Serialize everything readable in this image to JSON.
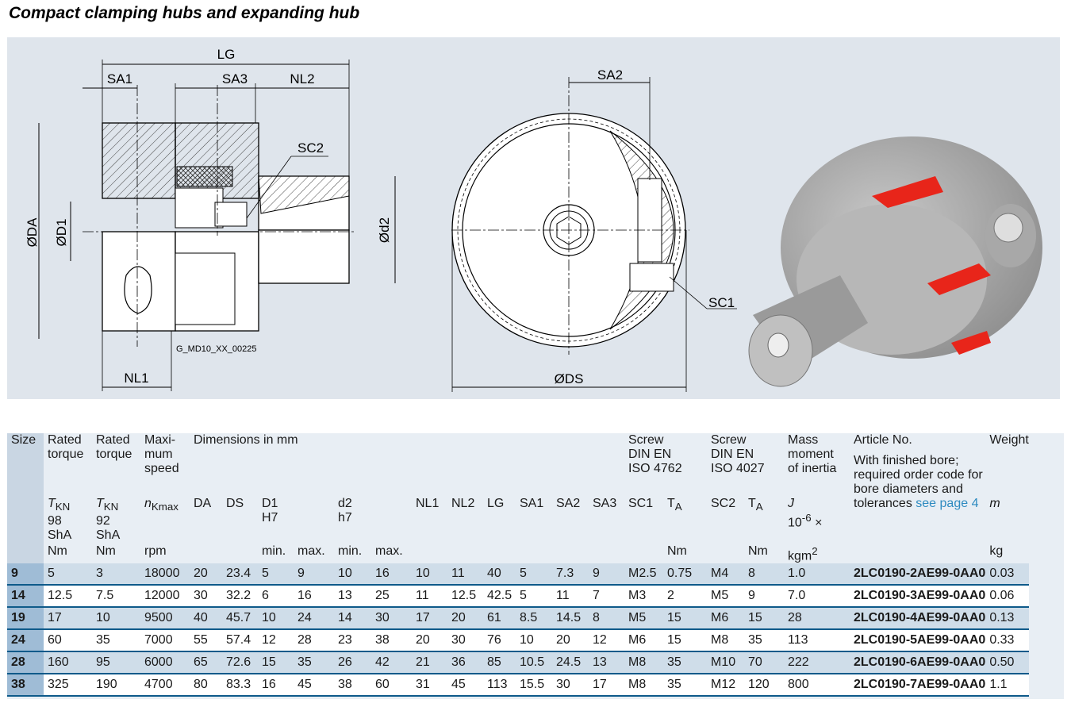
{
  "title": "Compact clamping hubs and expanding hub",
  "figure": {
    "drawing_id": "G_MD10_XX_00225",
    "labels": {
      "lg": "LG",
      "sa1": "SA1",
      "sa3": "SA3",
      "nl2": "NL2",
      "sc2": "SC2",
      "oda": "ØDA",
      "od1": "ØD1",
      "od2": "Ød2",
      "nl1": "NL1",
      "sa2": "SA2",
      "sc1": "SC1",
      "ods": "ØDS"
    },
    "accent_color": "#e8251a"
  },
  "table": {
    "header": {
      "size": "Size",
      "rated_torque_98": [
        "Rated",
        "torque"
      ],
      "rated_torque_92": [
        "Rated",
        "torque"
      ],
      "max_speed": [
        "Maxi-",
        "mum",
        "speed"
      ],
      "dimensions": "Dimensions in mm",
      "screw_iso4762": [
        "Screw",
        "DIN EN",
        "ISO 4762"
      ],
      "screw_iso4027": [
        "Screw",
        "DIN EN",
        "ISO 4027"
      ],
      "mass_moment": [
        "Mass",
        "moment",
        "of inertia"
      ],
      "article_no": "Article No.",
      "article_note": [
        "With finished bore;",
        "required order code for",
        "bore diameters and",
        "tolerances"
      ],
      "see_page": "see page 4",
      "weight": "Weight",
      "sym_tkn": "T",
      "sym_tkn_sub": "KN",
      "sym_n": "n",
      "sym_n_sub": "Kmax",
      "sha98": [
        "98",
        "ShA"
      ],
      "sha92": [
        "92",
        "ShA"
      ],
      "sym_ta": "T",
      "sym_ta_sub": "A",
      "sym_j": "J",
      "sym_j_unit": "10",
      "sym_j_exp": "-6",
      "sym_j_times": "×",
      "sym_m": "m",
      "cols": [
        "DA",
        "DS",
        "D1",
        "d2",
        "NL1",
        "NL2",
        "LG",
        "SA1",
        "SA2",
        "SA3",
        "SC1",
        "SC2"
      ],
      "h7": "H7",
      "h7_lower": "h7",
      "min": "min.",
      "max": "max.",
      "unit_nm": "Nm",
      "unit_rpm": "rpm",
      "unit_kgm": "kgm",
      "unit_kgm_exp": "2",
      "unit_kg": "kg"
    },
    "rows": [
      [
        "9",
        "5",
        "3",
        "18000",
        "20",
        "23.4",
        "5",
        "9",
        "10",
        "16",
        "10",
        "11",
        "40",
        "5",
        "7.3",
        "9",
        "M2.5",
        "0.75",
        "M4",
        "8",
        "1.0",
        "2LC0190-2AE99-0AA0",
        "0.03"
      ],
      [
        "14",
        "12.5",
        "7.5",
        "12000",
        "30",
        "32.2",
        "6",
        "16",
        "13",
        "25",
        "11",
        "12.5",
        "42.5",
        "5",
        "11",
        "7",
        "M3",
        "2",
        "M5",
        "9",
        "7.0",
        "2LC0190-3AE99-0AA0",
        "0.06"
      ],
      [
        "19",
        "17",
        "10",
        "9500",
        "40",
        "45.7",
        "10",
        "24",
        "14",
        "30",
        "17",
        "20",
        "61",
        "8.5",
        "14.5",
        "8",
        "M5",
        "15",
        "M6",
        "15",
        "28",
        "2LC0190-4AE99-0AA0",
        "0.13"
      ],
      [
        "24",
        "60",
        "35",
        "7000",
        "55",
        "57.4",
        "12",
        "28",
        "23",
        "38",
        "20",
        "30",
        "76",
        "10",
        "20",
        "12",
        "M6",
        "15",
        "M8",
        "35",
        "113",
        "2LC0190-5AE99-0AA0",
        "0.33"
      ],
      [
        "28",
        "160",
        "95",
        "6000",
        "65",
        "72.6",
        "15",
        "35",
        "26",
        "42",
        "21",
        "36",
        "85",
        "10.5",
        "24.5",
        "13",
        "M8",
        "35",
        "M10",
        "70",
        "222",
        "2LC0190-6AE99-0AA0",
        "0.50"
      ],
      [
        "38",
        "325",
        "190",
        "4700",
        "80",
        "83.3",
        "16",
        "45",
        "38",
        "60",
        "31",
        "45",
        "113",
        "15.5",
        "30",
        "17",
        "M8",
        "35",
        "M12",
        "120",
        "800",
        "2LC0190-7AE99-0AA0",
        "1.1"
      ]
    ]
  }
}
